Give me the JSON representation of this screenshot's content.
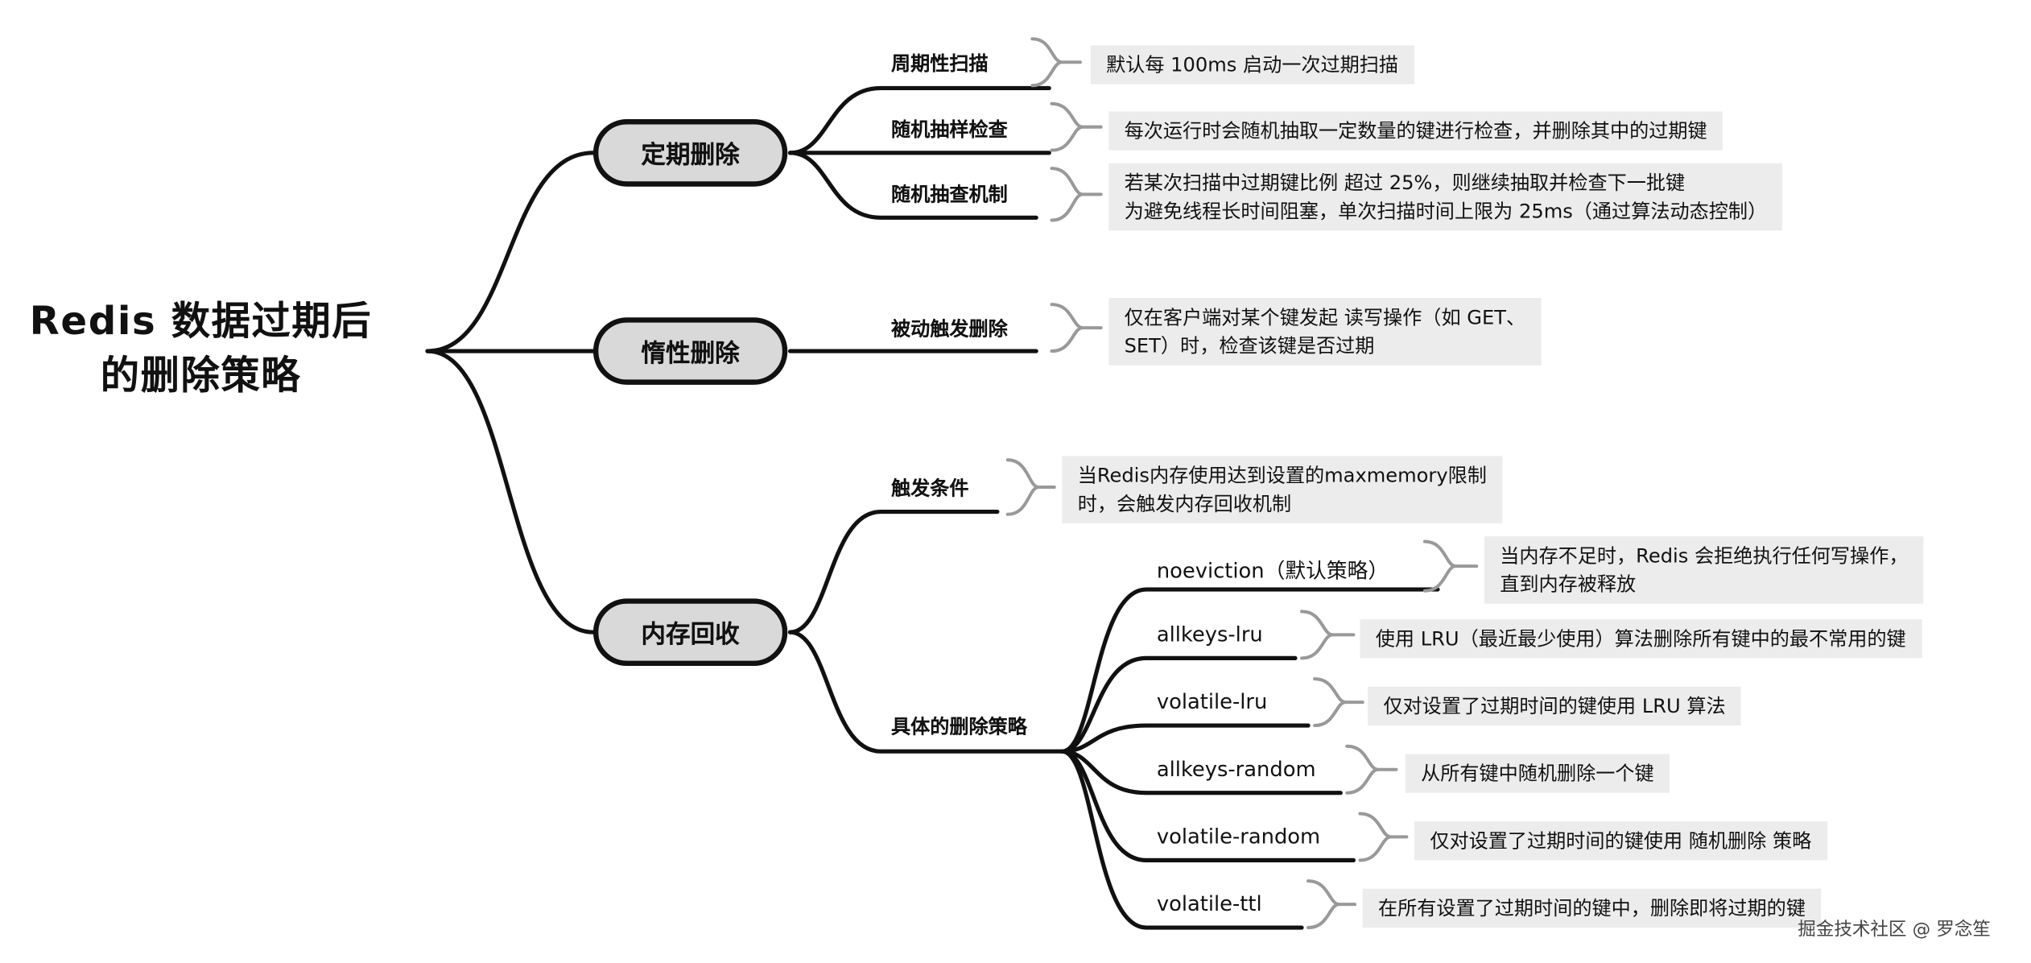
{
  "root": {
    "line1": "Redis 数据过期后",
    "line2": "的删除策略"
  },
  "branches": [
    {
      "label": "定期删除",
      "children": [
        {
          "label": "周期性扫描",
          "notes": [
            "默认每 100ms 启动一次过期扫描"
          ]
        },
        {
          "label": "随机抽样检查",
          "notes": [
            "每次运行时会随机抽取一定数量的键进行检查，并删除其中的过期键"
          ]
        },
        {
          "label": "随机抽查机制",
          "notes": [
            "若某次扫描中过期键比例 超过 25%，则继续抽取并检查下一批键",
            "为避免线程长时间阻塞，单次扫描时间上限为 25ms（通过算法动态控制）"
          ]
        }
      ]
    },
    {
      "label": "惰性删除",
      "children": [
        {
          "label": "被动触发删除",
          "notes": [
            "仅在客户端对某个键发起 读写操作（如 GET、",
            "SET）时，检查该键是否过期"
          ]
        }
      ]
    },
    {
      "label": "内存回收",
      "children": [
        {
          "label": "触发条件",
          "notes": [
            "当Redis内存使用达到设置的maxmemory限制",
            "时，会触发内存回收机制"
          ]
        },
        {
          "label": "具体的删除策略",
          "children": [
            {
              "label": "noeviction（默认策略）",
              "notes": [
                "当内存不足时，Redis 会拒绝执行任何写操作，",
                "直到内存被释放"
              ]
            },
            {
              "label": "allkeys-lru",
              "notes": [
                "使用 LRU（最近最少使用）算法删除所有键中的最不常用的键"
              ]
            },
            {
              "label": "volatile-lru",
              "notes": [
                "仅对设置了过期时间的键使用 LRU 算法"
              ]
            },
            {
              "label": "allkeys-random",
              "notes": [
                "从所有键中随机删除一个键"
              ]
            },
            {
              "label": "volatile-random",
              "notes": [
                "仅对设置了过期时间的键使用 随机删除 策略"
              ]
            },
            {
              "label": "volatile-ttl",
              "notes": [
                "在所有设置了过期时间的键中，删除即将过期的键"
              ]
            }
          ]
        }
      ]
    }
  ],
  "watermark": "掘金技术社区 @ 罗念笙",
  "colors": {
    "line": "#111111",
    "node_fill": "#d9d9d9",
    "note_fill": "#ececec",
    "brace": "#999999"
  }
}
